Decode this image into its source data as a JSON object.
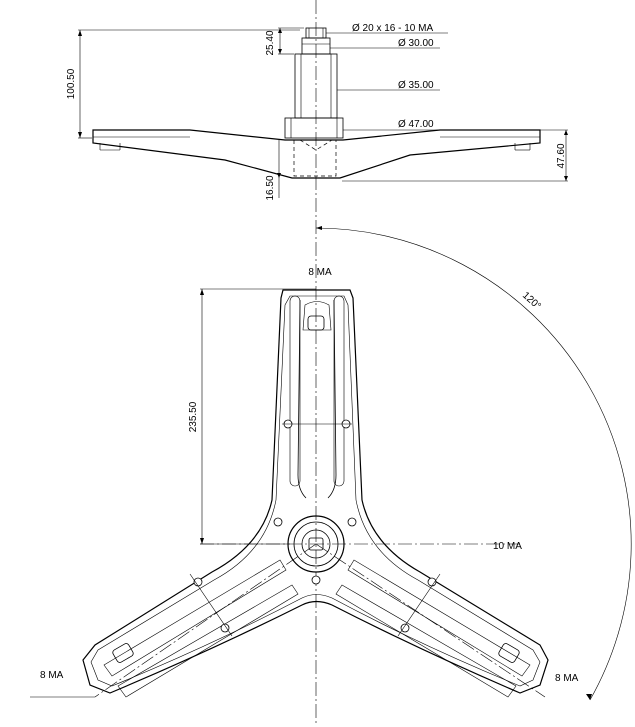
{
  "dimensions": {
    "shaft_top": "Ø 20 x 16 - 10 MA",
    "shaft_d30": "Ø 30.00",
    "shaft_d35": "Ø 35.00",
    "shaft_d47": "Ø 47.00",
    "overall_height": "100.50",
    "top_section": "25.40",
    "hub_depth": "16.50",
    "total_depth": "47.60",
    "arm_length": "235.50",
    "angle": "120°",
    "hole_top": "8 MA",
    "hole_center": "10 MA",
    "hole_left": "8 MA",
    "hole_right": "8 MA"
  }
}
